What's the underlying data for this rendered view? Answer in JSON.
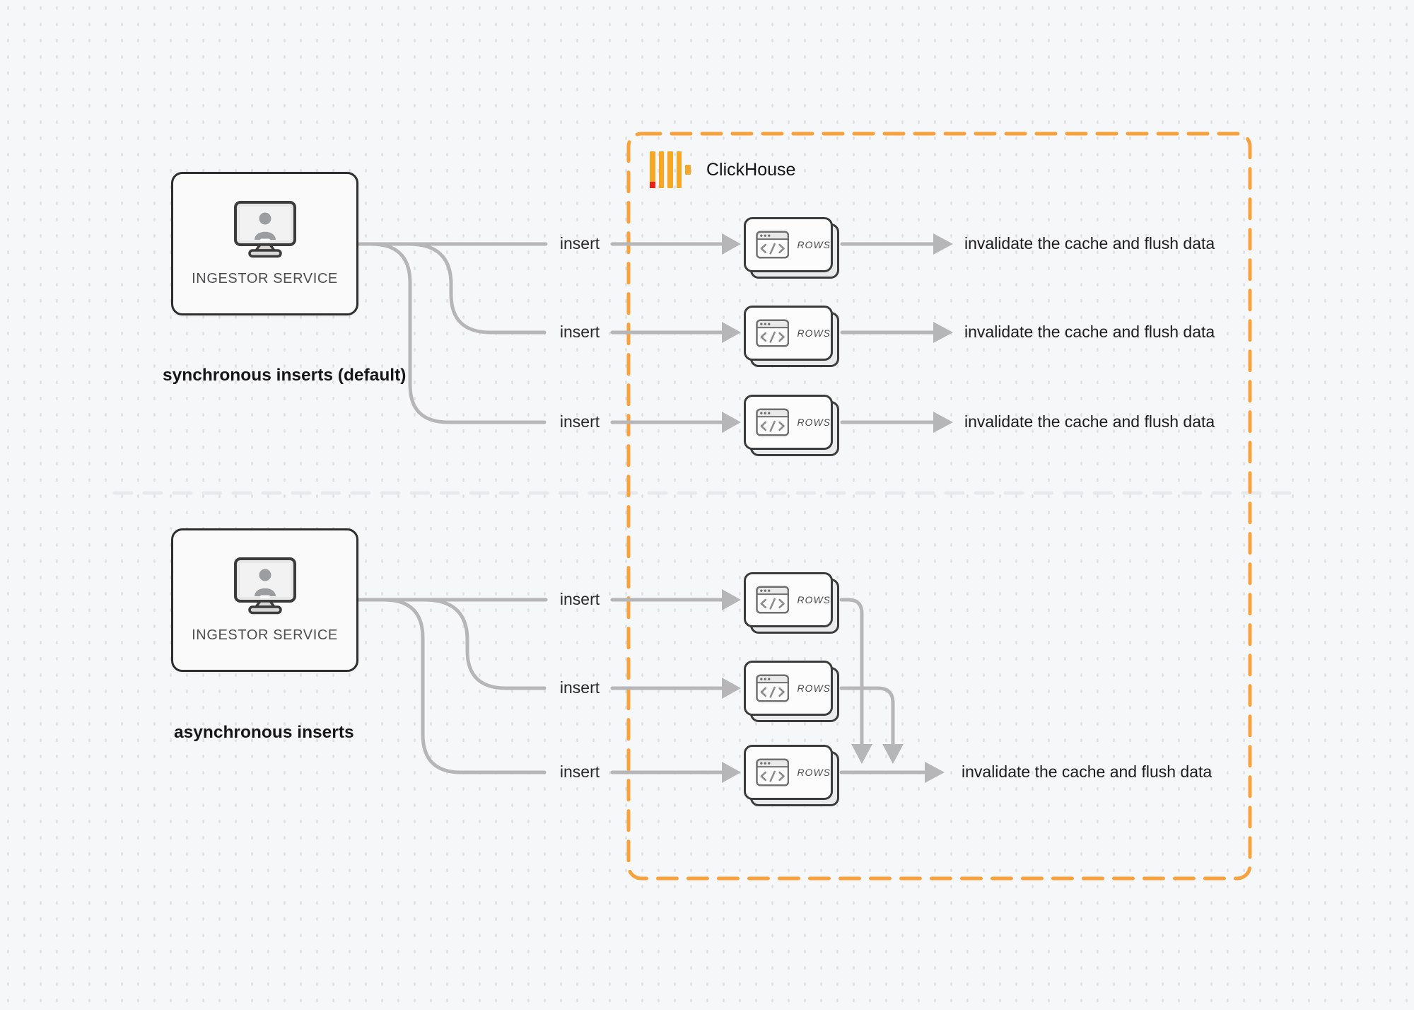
{
  "colors": {
    "accent_orange": "#F9A13B",
    "logo_red": "#EF2013",
    "line_gray": "#B6B6B8",
    "card_border": "#3B3B3B",
    "text_dark": "#1D1D1F"
  },
  "clickhouse": {
    "label": "ClickHouse",
    "logo_icon": "clickhouse-bars-logo"
  },
  "sync": {
    "ingestor_label": "INGESTOR SERVICE",
    "ingestor_icon": "monitor-user-icon",
    "caption": "synchronous inserts (default)",
    "rows": [
      {
        "insert": "insert",
        "rows_tag": "ROWS",
        "result": "invalidate the cache and flush data"
      },
      {
        "insert": "insert",
        "rows_tag": "ROWS",
        "result": "invalidate the cache and flush data"
      },
      {
        "insert": "insert",
        "rows_tag": "ROWS",
        "result": "invalidate the cache and flush data"
      }
    ]
  },
  "async": {
    "ingestor_label": "INGESTOR SERVICE",
    "ingestor_icon": "monitor-user-icon",
    "caption": "asynchronous inserts",
    "rows": [
      {
        "insert": "insert",
        "rows_tag": "ROWS"
      },
      {
        "insert": "insert",
        "rows_tag": "ROWS"
      },
      {
        "insert": "insert",
        "rows_tag": "ROWS",
        "result": "invalidate the cache and flush data"
      }
    ]
  }
}
